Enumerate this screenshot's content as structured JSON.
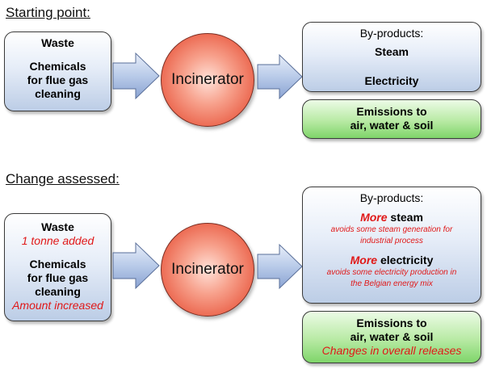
{
  "top": {
    "heading": "Starting point:",
    "inputs": {
      "line1": "Waste",
      "line2": "Chemicals",
      "line3": "for flue gas",
      "line4": "cleaning"
    },
    "incinerator": "Incinerator",
    "byproducts": {
      "title": "By-products:",
      "item1": "Steam",
      "item2": "Electricity"
    },
    "emissions": {
      "line1": "Emissions to",
      "line2": "air, water & soil"
    }
  },
  "bottom": {
    "heading": "Change assessed:",
    "inputs": {
      "line1": "Waste",
      "line1_note": "1 tonne added",
      "line2": "Chemicals",
      "line3": "for flue gas",
      "line4": "cleaning",
      "line4_note": "Amount increased"
    },
    "incinerator": "Incinerator",
    "byproducts": {
      "title": "By-products:",
      "item1_more": "More",
      "item1": " steam",
      "item1_note1": "avoids some steam generation for",
      "item1_note2": "industrial process",
      "item2_more": "More",
      "item2": " electricity",
      "item2_note1": "avoids some electricity production in",
      "item2_note2": "the Belgian energy mix"
    },
    "emissions": {
      "line1": "Emissions to",
      "line2": "air, water & soil",
      "note": "Changes in overall releases"
    }
  },
  "colors": {
    "box_blue": "#bccde6",
    "box_green": "#7fd56a",
    "incinerator_red": "#ec6a52",
    "note_red": "#e01818",
    "arrow_blue": "#9db3dc"
  }
}
